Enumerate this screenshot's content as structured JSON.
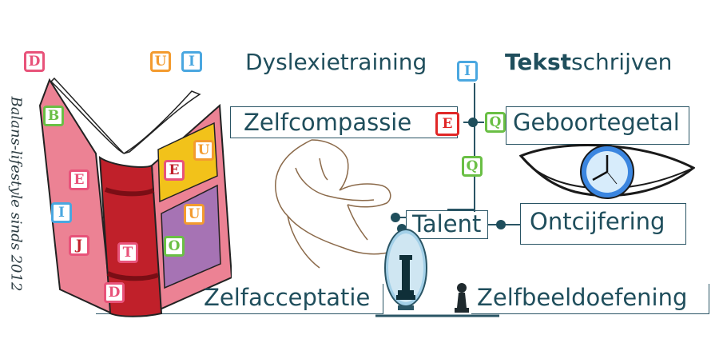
{
  "tagline": "Balans-lifestyle sinds 2012",
  "labels": {
    "dyslexietraining": "Dyslexietraining",
    "tekst_bold": "Tekst",
    "tekst_rest": "schrijven",
    "zelfcompassie": "Zelfcompassie",
    "geboortegetal": "Geboortegetal",
    "talent": "Talent",
    "ontcijfering": "Ontcijfering",
    "zelfacceptatie": "Zelfacceptatie",
    "zelfbeeldoefening": "Zelfbeeldoefening"
  },
  "letter_blocks": {
    "d_top": "D",
    "b": "B",
    "u_top": "U",
    "i_top": "I",
    "e_book": "E",
    "i_book": "I",
    "j_book": "J",
    "t_book": "T",
    "d_book": "D",
    "u_yellow": "U",
    "e_yellow": "E",
    "u_purple": "U",
    "o_purple": "O",
    "i_tree": "I",
    "e_tree": "E",
    "q_tree1": "Q",
    "q_tree2": "Q"
  },
  "colors": {
    "pink": "#e8537a",
    "green": "#6abf45",
    "orange": "#f39b2f",
    "blue": "#4aa7e0",
    "red": "#e02727",
    "teal_line": "#1f4e5c",
    "book_red": "#c0202a",
    "book_pink": "#ec8294"
  },
  "icons": [
    "book-icon",
    "hugging-figure-icon",
    "eye-clock-icon",
    "mirror-icon",
    "chess-queen-icon",
    "chess-pawn-icon"
  ]
}
